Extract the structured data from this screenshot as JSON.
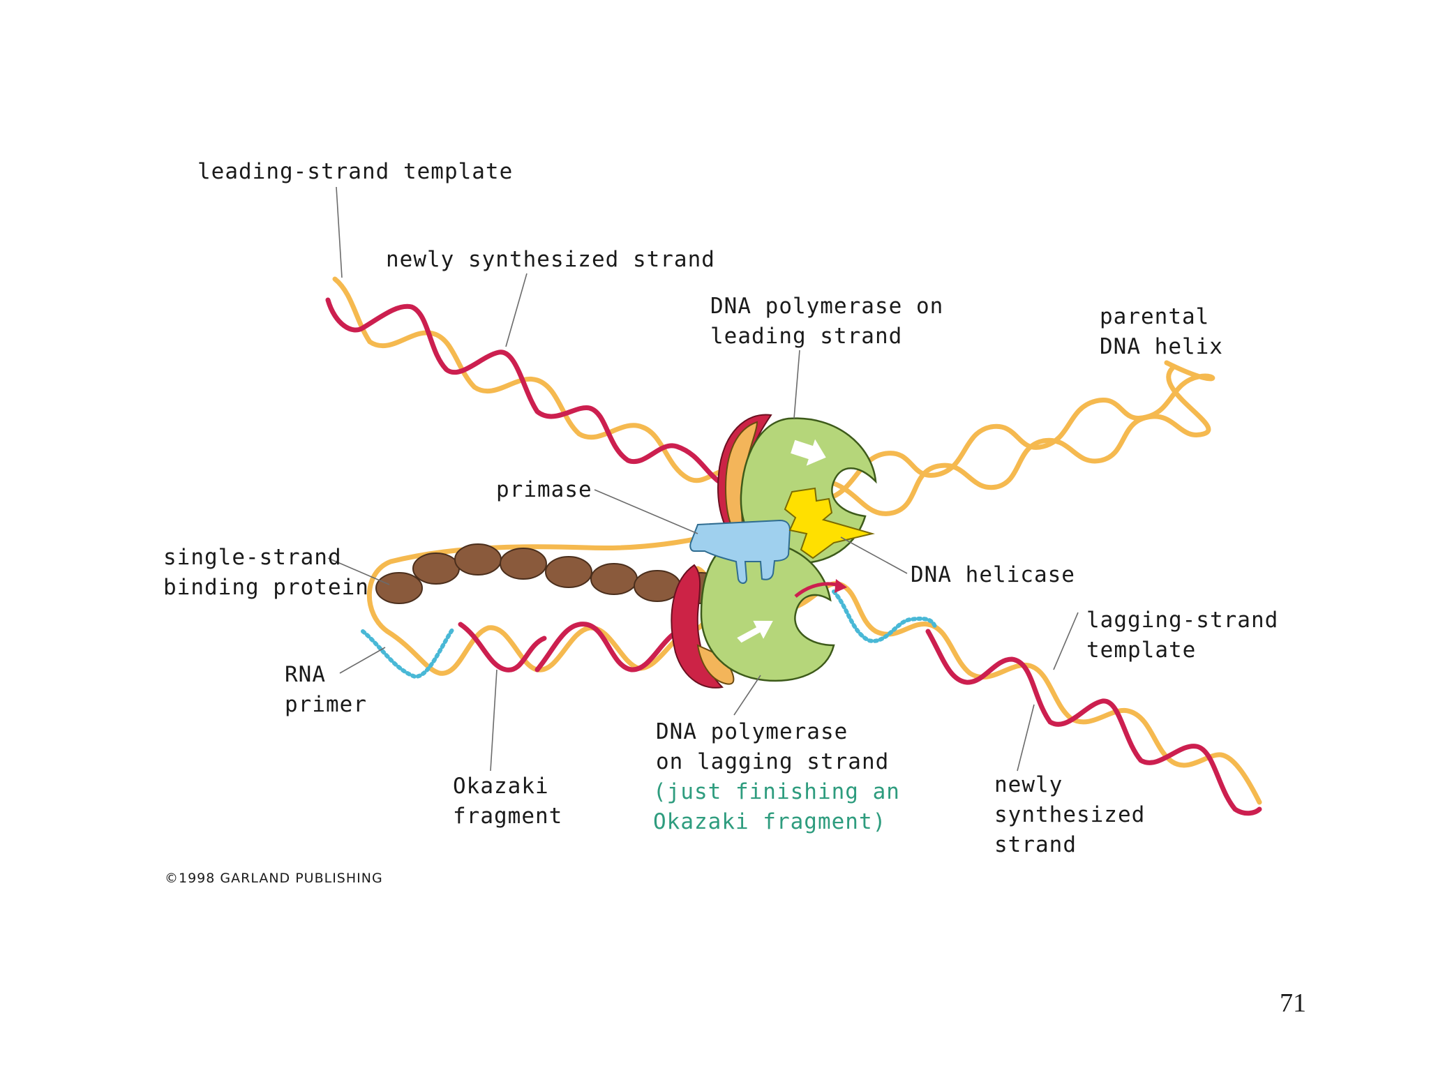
{
  "labels": {
    "leading_strand_template": "leading-strand template",
    "newly_synthesized_strand_top": "newly synthesized strand",
    "dna_pol_leading_line1": "DNA polymerase on",
    "dna_pol_leading_line2": "leading strand",
    "parental_line1": "parental",
    "parental_line2": "DNA helix",
    "primase": "primase",
    "ssb_line1": "single-strand",
    "ssb_line2": "binding protein",
    "dna_helicase": "DNA helicase",
    "lagging_template_line1": "lagging-strand",
    "lagging_template_line2": "template",
    "rna_primer_line1": "RNA",
    "rna_primer_line2": "primer",
    "okazaki_line1": "Okazaki",
    "okazaki_line2": "fragment",
    "dna_pol_lagging_line1": "DNA polymerase",
    "dna_pol_lagging_line2": "on lagging strand",
    "dna_pol_lagging_note1": "(just finishing an",
    "dna_pol_lagging_note2": "Okazaki fragment)",
    "newly_synth_bottom_line1": "newly",
    "newly_synth_bottom_line2": "synthesized",
    "newly_synth_bottom_line3": "strand"
  },
  "copyright": "©1998 GARLAND PUBLISHING",
  "page_number": "71",
  "colors": {
    "template_strand": "#f5b94f",
    "new_strand": "#cc1f4f",
    "rna_primer": "#49b8d6",
    "polymerase": "#b5d67a",
    "polymerase_clamp": "#cc2346",
    "polymerase_clamp_inner": "#f3b55a",
    "primase": "#9fd0ee",
    "helicase": "#ffe000",
    "ssb": "#8a5a3c",
    "accent_text": "#2e9c7e"
  }
}
